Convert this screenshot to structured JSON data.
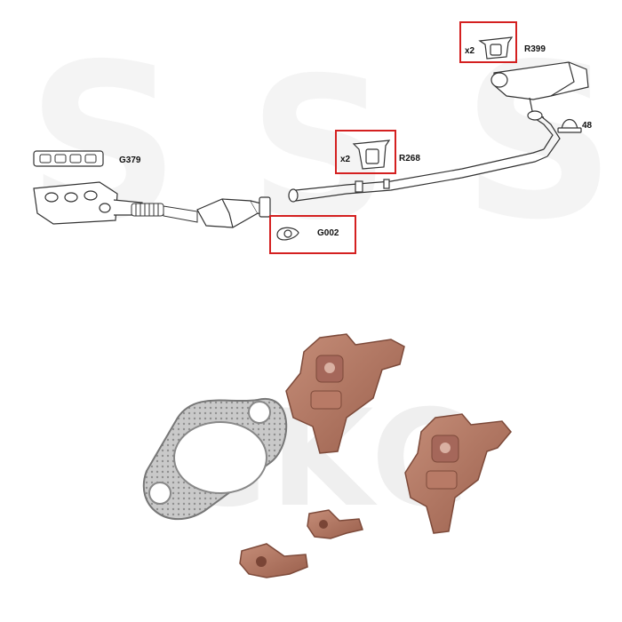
{
  "diagram": {
    "labels": {
      "g379": "G379",
      "r268": "R268",
      "r399": "R399",
      "g002": "G002",
      "clamp": "48",
      "qty_r268": "x2",
      "qty_r399": "x2"
    },
    "highlight_color": "#d42020"
  },
  "photo": {
    "watermark": "CKC"
  }
}
